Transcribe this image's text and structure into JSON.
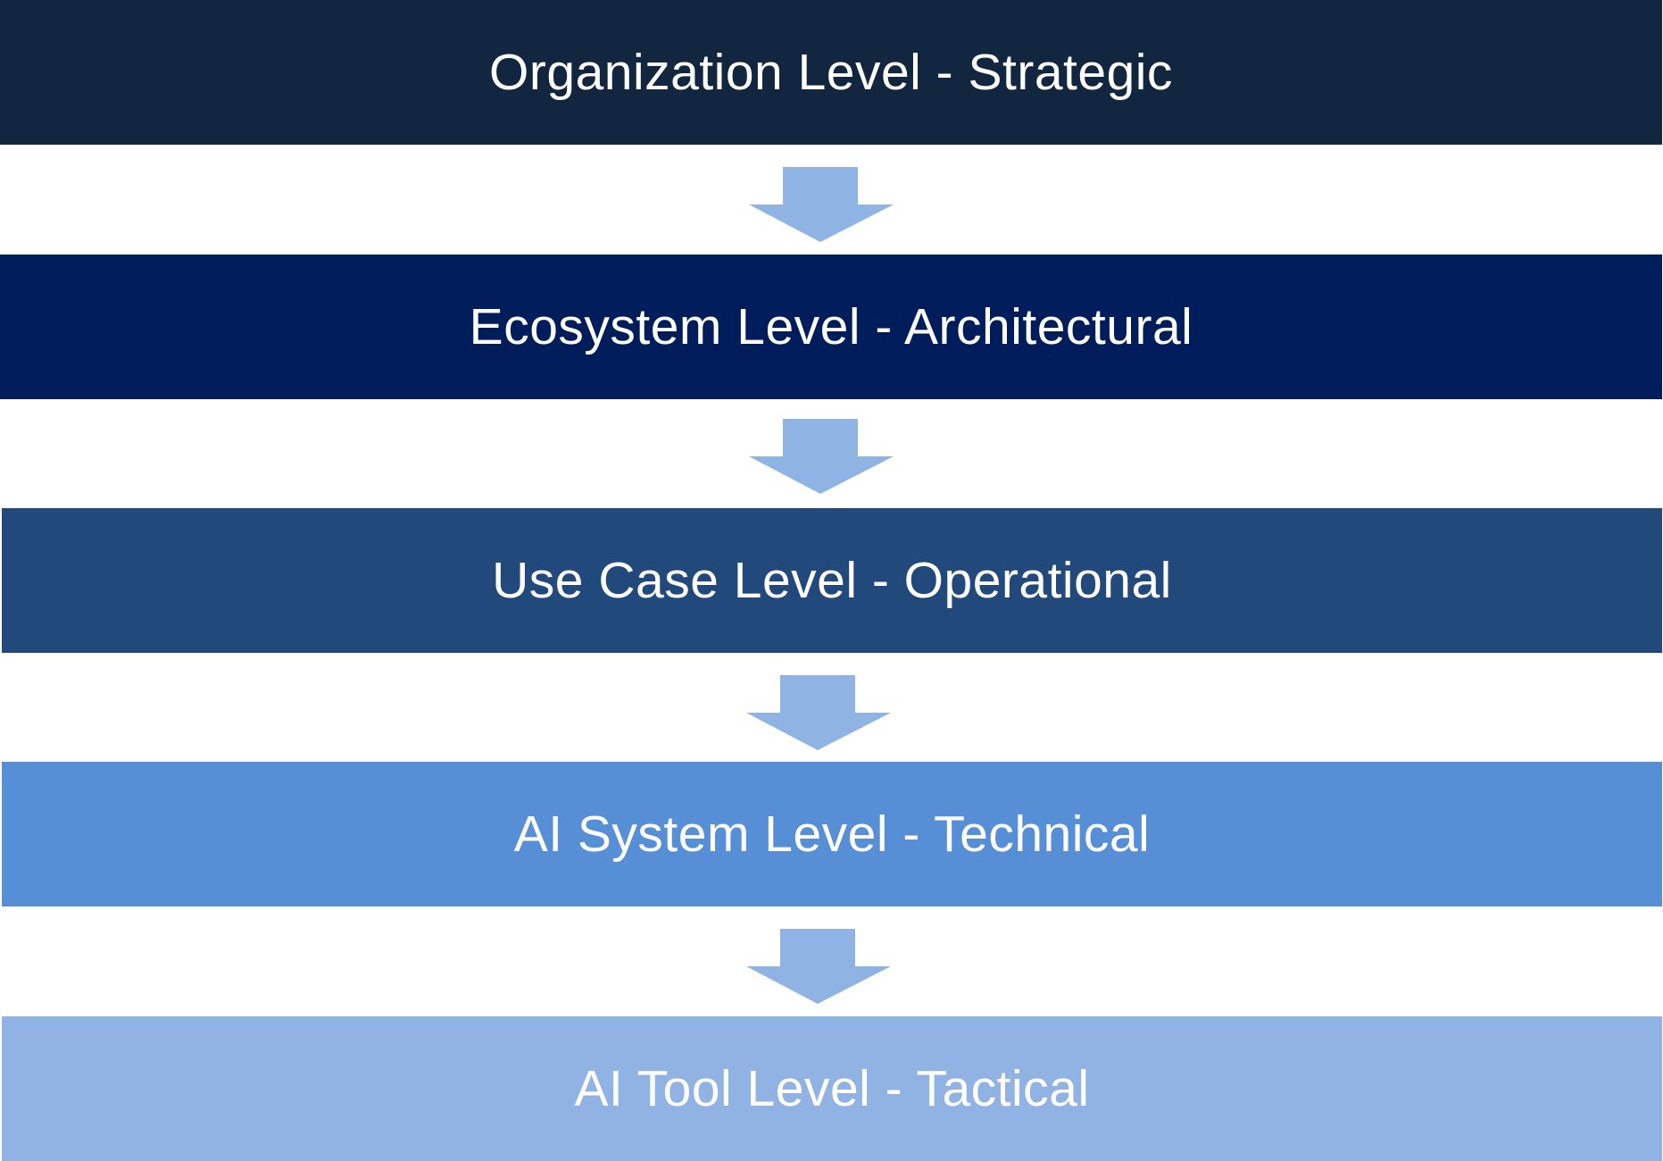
{
  "levels": [
    {
      "label": "Organization Level - Strategic",
      "color": "#12263f"
    },
    {
      "label": "Ecosystem Level - Architectural",
      "color": "#001d5b"
    },
    {
      "label": "Use Case Level - Operational",
      "color": "#21497c"
    },
    {
      "label": "AI System Level - Technical",
      "color": "#568fd6"
    },
    {
      "label": "AI Tool Level - Tactical",
      "color": "#90b3e3"
    }
  ],
  "arrow_color": "#8fb4e3"
}
